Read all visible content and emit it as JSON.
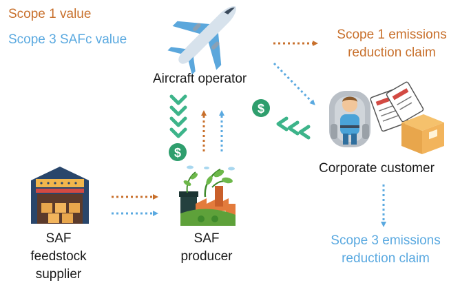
{
  "legend": {
    "scope1_label": "Scope 1 value",
    "scope3_label": "Scope 3 SAFc value",
    "scope1_color": "#c8702c",
    "scope3_color": "#5aa9e0"
  },
  "actors": {
    "aircraft_operator": "Aircraft operator",
    "corporate_customer": "Corporate customer",
    "saf_producer_line1": "SAF",
    "saf_producer_line2": "producer",
    "feedstock_line1": "SAF",
    "feedstock_line2": "feedstock",
    "feedstock_line3": "supplier"
  },
  "claims": {
    "scope1_line1": "Scope 1 emissions",
    "scope1_line2": "reduction claim",
    "scope3_line1": "Scope 3 emissions",
    "scope3_line2": "reduction claim"
  },
  "colors": {
    "payment_green": "#2e9e6d",
    "payment_chevron": "#3db48a"
  },
  "icons": [
    "airplane-icon",
    "passenger-icon",
    "documents-icon",
    "package-icon",
    "warehouse-icon",
    "factory-icon",
    "dollar-icon",
    "chevron-icon"
  ]
}
